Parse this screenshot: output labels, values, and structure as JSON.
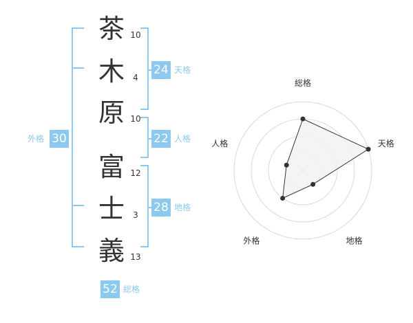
{
  "name_chars": [
    {
      "char": "茶",
      "strokes": "10"
    },
    {
      "char": "木",
      "strokes": "4"
    },
    {
      "char": "原",
      "strokes": "10"
    },
    {
      "char": "富",
      "strokes": "12"
    },
    {
      "char": "士",
      "strokes": "3"
    },
    {
      "char": "義",
      "strokes": "13"
    }
  ],
  "fortunes": {
    "tenkaku": {
      "value": "24",
      "label": "天格"
    },
    "jinkaku": {
      "value": "22",
      "label": "人格"
    },
    "chikaku": {
      "value": "28",
      "label": "地格"
    },
    "gaikaku": {
      "value": "30",
      "label": "外格"
    },
    "soukaku": {
      "value": "52",
      "label": "総格"
    }
  },
  "chart_data": {
    "type": "radar",
    "axes": [
      "総格",
      "天格",
      "地格",
      "外格",
      "人格"
    ],
    "values": [
      3,
      4,
      1,
      2,
      1
    ],
    "max": 4,
    "rings": 4,
    "colors": {
      "line": "#333333",
      "fill": "#f2f2f2",
      "ring": "#cfcfcf"
    }
  },
  "colors": {
    "accent": "#8cc9f0",
    "text": "#333333"
  }
}
